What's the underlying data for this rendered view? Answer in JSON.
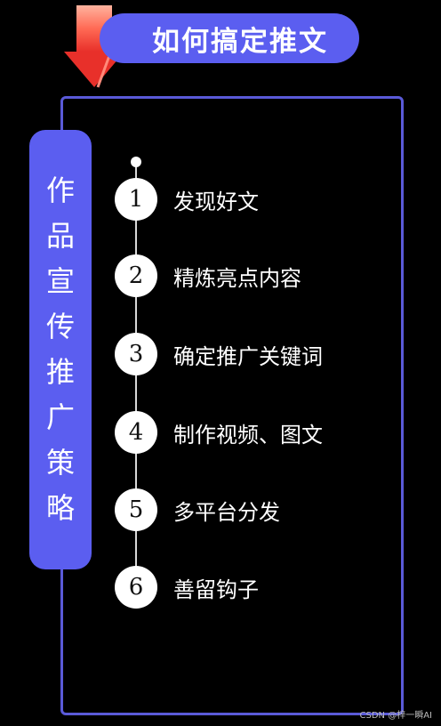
{
  "title": "如何搞定推文",
  "side_label_chars": [
    "作",
    "品",
    "宣",
    "传",
    "推",
    "广",
    "策",
    "略"
  ],
  "steps": [
    {
      "num": "1",
      "label": "发现好文"
    },
    {
      "num": "2",
      "label": "精炼亮点内容"
    },
    {
      "num": "3",
      "label": "确定推广关键词"
    },
    {
      "num": "4",
      "label": "制作视频、图文"
    },
    {
      "num": "5",
      "label": "多平台分发"
    },
    {
      "num": "6",
      "label": "善留钩子"
    }
  ],
  "watermark": "CSDN @梓一瞬AI",
  "colors": {
    "accent": "#5b5ef0",
    "frame": "#5a5ad8",
    "arrow_top": "#ff8a7a",
    "arrow_bottom": "#e8302a"
  }
}
